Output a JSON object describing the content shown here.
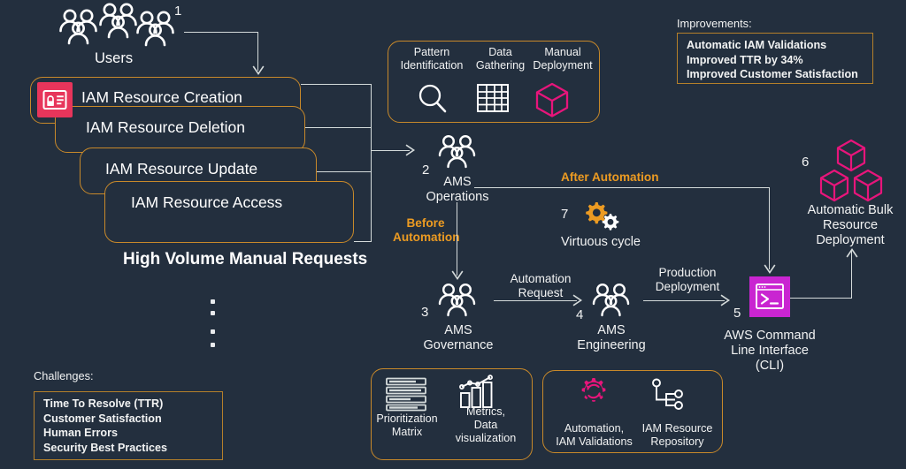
{
  "diagram": {
    "background_color": "#232F3E",
    "accent_orange": "#EC9B22",
    "border_orange": "#C8892A",
    "line_color": "#D5DBDB",
    "iam_red": "#E7355B",
    "cli_magenta": "#C925D1",
    "cube_pink": "#E7157B"
  },
  "users": {
    "label": "Users",
    "step": "1",
    "icon": "users-group-icon"
  },
  "requests": {
    "cards": [
      {
        "label": "IAM Resource Creation"
      },
      {
        "label": "IAM Resource Deletion"
      },
      {
        "label": "IAM Resource Update"
      },
      {
        "label": "IAM Resource Access"
      }
    ],
    "iam_icon": "iam-identity-icon",
    "caption": "High Volume Manual Requests",
    "ellipsis_dots": 4
  },
  "manual_process": {
    "items": [
      {
        "title": "Pattern\nIdentification",
        "icon": "magnifier-icon"
      },
      {
        "title": "Data\nGathering",
        "icon": "table-grid-icon"
      },
      {
        "title": "Manual\nDeployment",
        "icon": "cube-icon"
      }
    ]
  },
  "improvements": {
    "title": "Improvements:",
    "items": [
      "Automatic IAM Validations",
      "Improved TTR by 34%",
      "Improved Customer Satisfaction"
    ]
  },
  "challenges": {
    "title": "Challenges:",
    "items": [
      "Time To Resolve (TTR)",
      "Customer Satisfaction",
      "Human Errors",
      "Security Best Practices"
    ]
  },
  "nodes": {
    "ams_operations": {
      "step": "2",
      "label": "AMS\nOperations",
      "icon": "users-group-icon"
    },
    "ams_governance": {
      "step": "3",
      "label": "AMS\nGovernance",
      "icon": "users-group-icon"
    },
    "ams_engineering": {
      "step": "4",
      "label": "AMS\nEngineering",
      "icon": "users-group-icon"
    },
    "aws_cli": {
      "step": "5",
      "label": "AWS Command\nLine Interface\n(CLI)",
      "icon": "cli-terminal-icon"
    },
    "bulk_deployment": {
      "step": "6",
      "label": "Automatic Bulk\nResource\nDeployment",
      "icon": "cubes-icon"
    },
    "virtuous_cycle": {
      "step": "7",
      "label": "Virtuous cycle",
      "icon": "gears-icon"
    }
  },
  "flows": {
    "before_automation": "Before\nAutomation",
    "after_automation": "After Automation",
    "automation_request": "Automation\nRequest",
    "production_deployment": "Production\nDeployment"
  },
  "governance_tools": {
    "items": [
      {
        "title": "Prioritization\nMatrix",
        "icon": "priority-list-icon"
      },
      {
        "title": "Metrics,\nData\nvisualization",
        "icon": "bar-chart-icon"
      }
    ]
  },
  "engineering_tools": {
    "items": [
      {
        "title": "Automation,\nIAM Validations",
        "icon": "gear-refresh-icon"
      },
      {
        "title": "IAM Resource\nRepository",
        "icon": "node-tree-icon"
      }
    ]
  }
}
